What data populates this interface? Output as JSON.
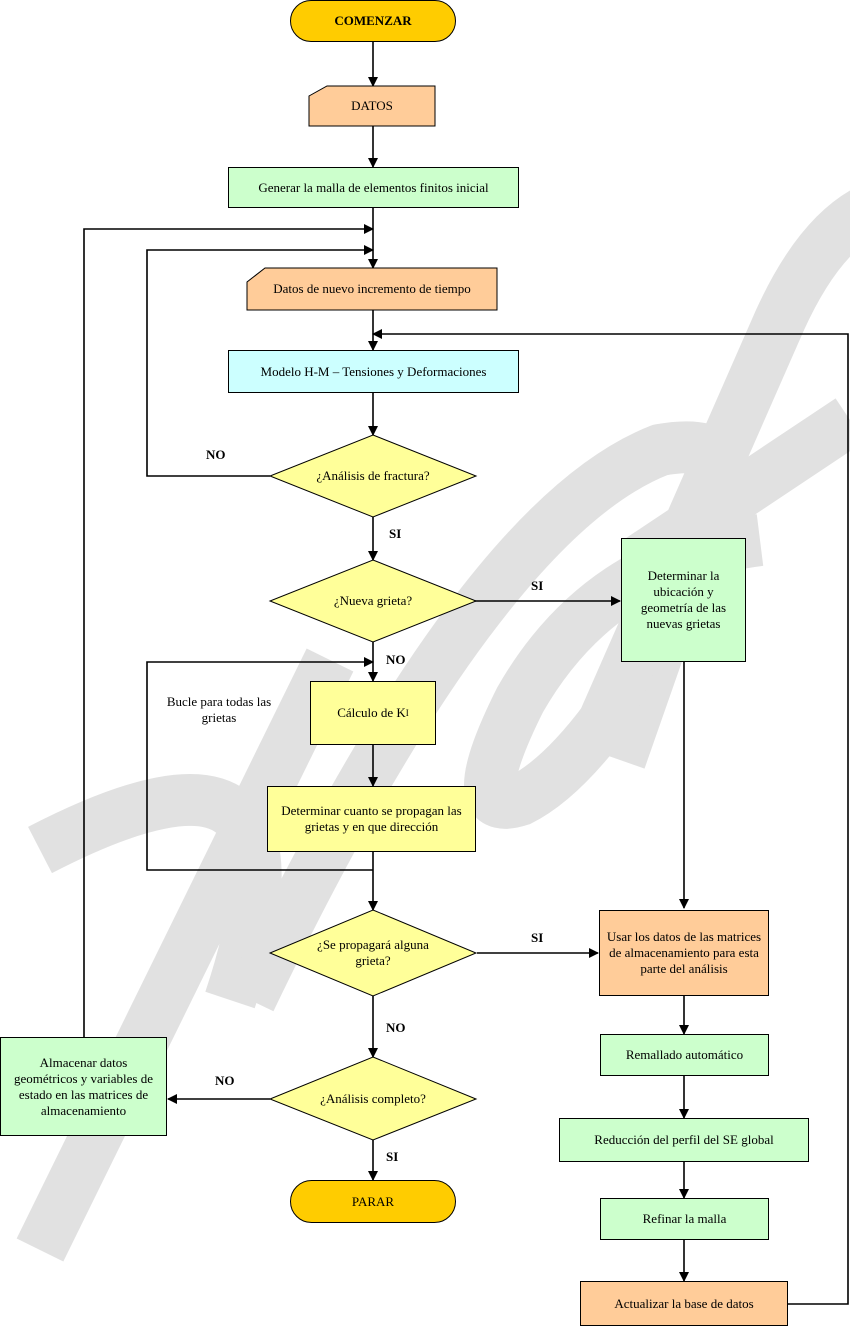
{
  "nodes": {
    "start": "COMENZAR",
    "data": "DATOS",
    "mesh_initial": "Generar la malla de elementos finitos inicial",
    "time_increment": "Datos de nuevo incremento de tiempo",
    "hm_model": "Modelo H-M – Tensiones y Deformaciones",
    "fracture_q": "¿Análisis de fractura?",
    "new_crack_q": "¿Nueva grieta?",
    "crack_location": "Determinar la ubicación y geometría de las nuevas grietas",
    "k_calc_prefix": "Cálculo de K",
    "k_calc_sub": "I",
    "propagation": "Determinar cuanto se propagan las grietas y en que dirección",
    "propagate_q": "¿Se propagará alguna grieta?",
    "use_storage": "Usar los datos de las matrices de almacenamiento para esta parte del análisis",
    "store_data": "Almacenar datos geométricos y variables de estado en las matrices de almacenamiento",
    "complete_q": "¿Análisis completo?",
    "auto_remesh": "Remallado automático",
    "se_reduction": "Reducción del perfil del SE global",
    "refine_mesh": "Refinar la malla",
    "update_db": "Actualizar la base de datos",
    "stop": "PARAR"
  },
  "labels": {
    "no_fracture": "NO",
    "si_fracture": "SI",
    "si_new_crack": "SI",
    "no_new_crack": "NO",
    "si_propagate": "SI",
    "no_propagate": "NO",
    "no_complete": "NO",
    "si_complete": "SI"
  },
  "notes": {
    "loop_note": "Bucle para todas las grietas"
  },
  "colors": {
    "terminal": "#ffcc00",
    "process_green": "#ccffcc",
    "data_orange": "#ffcc99",
    "model_cyan": "#ccffff",
    "decision_yellow": "#ffff99",
    "watermark": "#d9d9d9"
  }
}
